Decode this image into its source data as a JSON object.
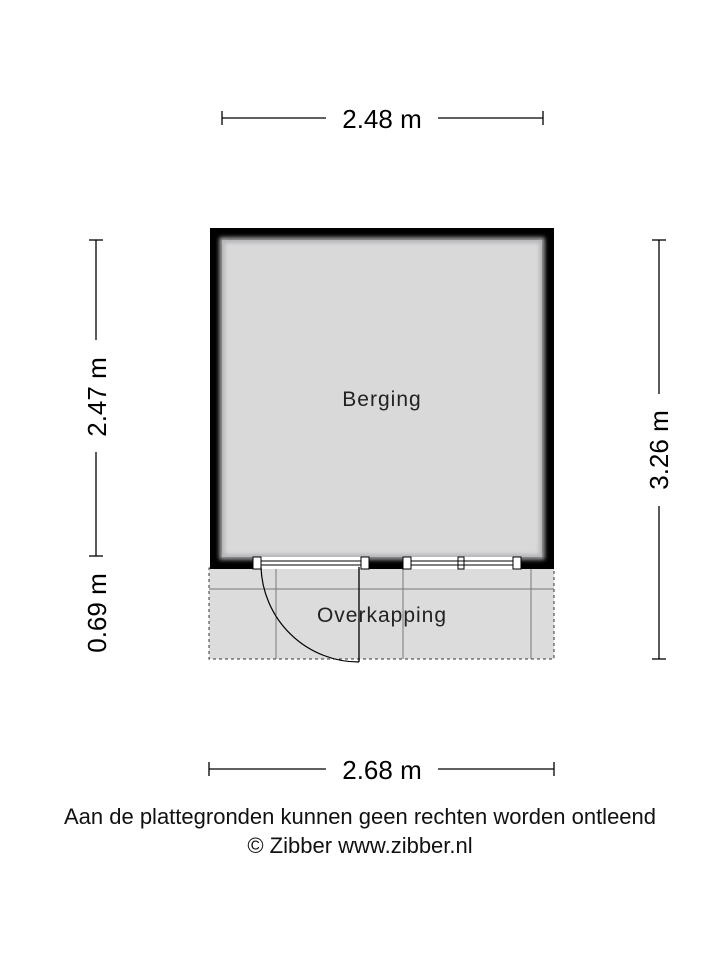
{
  "dimensions": {
    "top_width": "2.48 m",
    "bottom_width": "2.68 m",
    "left_upper": "2.47 m",
    "left_lower": "0.69 m",
    "right_total": "3.26 m"
  },
  "rooms": {
    "berging": "Berging",
    "overkapping": "Overkapping"
  },
  "footer": {
    "disclaimer": "Aan de plattegronden kunnen geen rechten worden ontleend",
    "copyright": "© Zibber www.zibber.nl"
  },
  "colors": {
    "wall": "#000000",
    "floor": "#d9d9da",
    "overkapping_floor": "#dcdcdd"
  }
}
